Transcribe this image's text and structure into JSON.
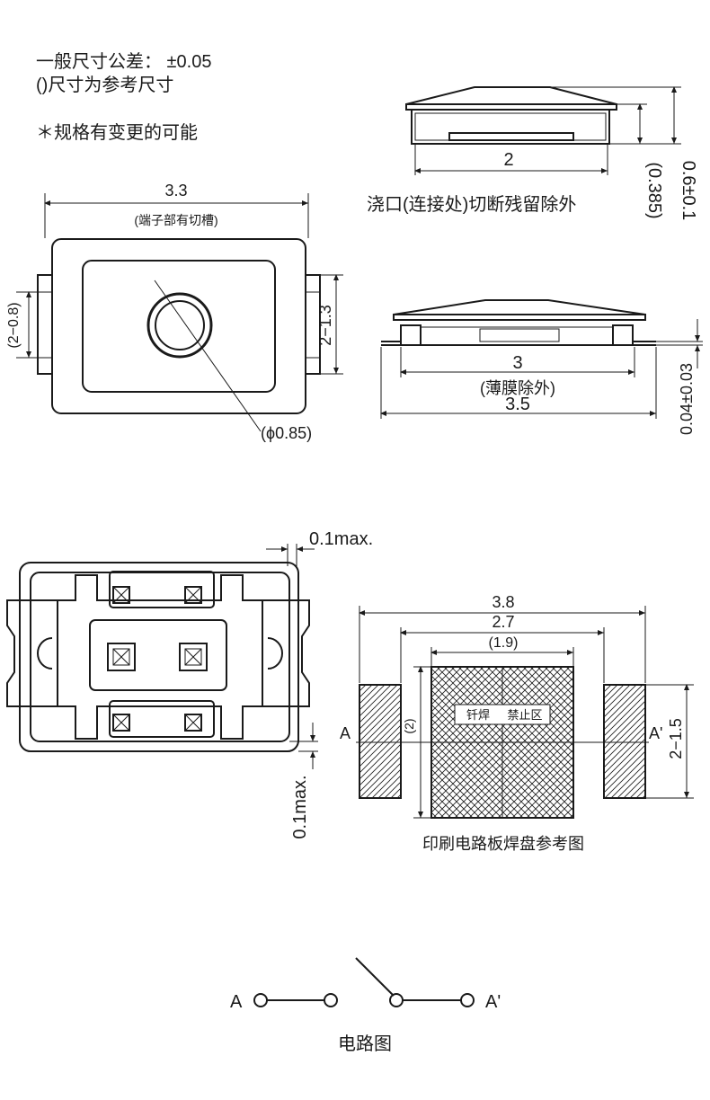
{
  "notes": {
    "tolerance": "一般尺寸公差： ±0.05",
    "reference": "()尺寸为参考尺寸",
    "change": "＊规格有变更的可能"
  },
  "top_view": {
    "width": "3.3",
    "width_note": "(端子部有切槽)",
    "left_dim": "(2−0.8)",
    "right_dim": "2−1.3",
    "diameter": "(ϕ0.85)"
  },
  "side_view_1": {
    "length": "2",
    "height": "0.6±0.1",
    "sub_height": "(0.385)",
    "note": "浇口(连接处)切断残留除外"
  },
  "side_view_2": {
    "film": "3",
    "film_note": "(薄膜除外)",
    "overall": "3.5",
    "thickness": "0.04±0.03"
  },
  "bottom_view": {
    "top_max": "0.1max.",
    "bottom_max": "0.1max."
  },
  "pcb": {
    "overall": "3.8",
    "mid": "2.7",
    "inner": "(1.9)",
    "left_height": "(2)",
    "right_height": "2−1.5",
    "no_solder": "钎焊",
    "no_solder_2": "禁止区",
    "label_a": "A",
    "label_a2": "A'",
    "caption": "印刷电路板焊盘参考图"
  },
  "circuit": {
    "label_a": "A",
    "label_a2": "A'",
    "caption": "电路图"
  }
}
